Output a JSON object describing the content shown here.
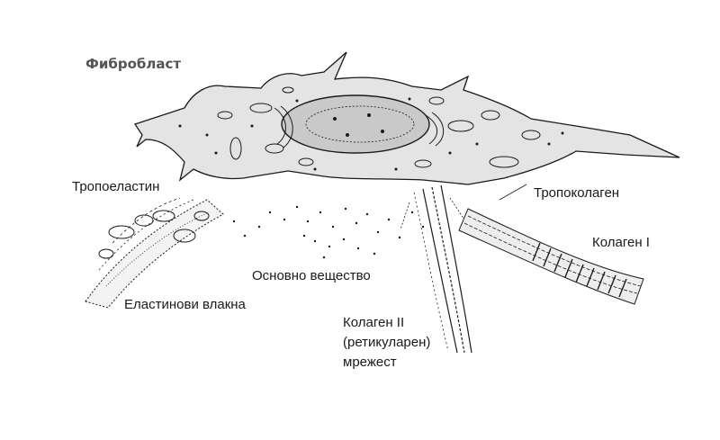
{
  "diagram": {
    "title": "Фибробласт",
    "labels": {
      "tropoelastin": "Тропоеластин",
      "tropocollagen": "Тропоколаген",
      "collagen1": "Колаген I",
      "ground_substance": "Основно вещество",
      "elastic_fibers": "Еластинови влакна",
      "collagen2_line1": "Колаген II",
      "collagen2_line2": "(ретикуларен)",
      "collagen2_line3": "мрежест"
    },
    "colors": {
      "ink": "#1a1a1a",
      "title": "#555555",
      "cytoplasm": "#e4e4e4",
      "nucleus": "#c9c9c9"
    }
  }
}
